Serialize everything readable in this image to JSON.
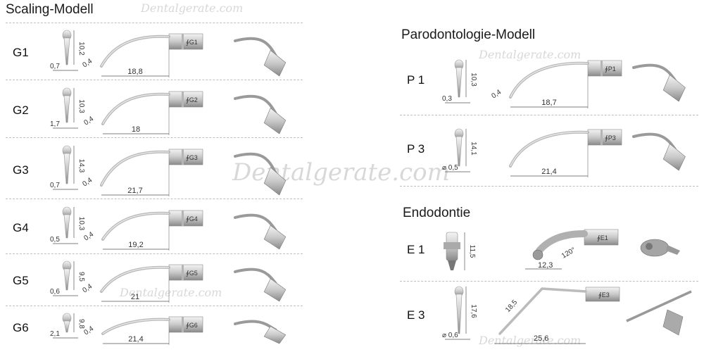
{
  "watermark": "Dentalgerate.com",
  "scaling": {
    "title": "Scaling-Modell",
    "items": [
      {
        "label": "G1",
        "tip_width": "0,7",
        "height": "10,2",
        "end": "0,4",
        "length": "18,8",
        "code": "G1"
      },
      {
        "label": "G2",
        "tip_width": "1,7",
        "height": "10,3",
        "end": "0,4",
        "length": "18",
        "code": "G2"
      },
      {
        "label": "G3",
        "tip_width": "0,7",
        "height": "14,3",
        "end": "0,4",
        "length": "21,7",
        "code": "G3"
      },
      {
        "label": "G4",
        "tip_width": "0,5",
        "height": "10,3",
        "end": "0,4",
        "length": "19,2",
        "code": "G4"
      },
      {
        "label": "G5",
        "tip_width": "0,6",
        "height": "9,5",
        "end": "0,4",
        "length": "21",
        "code": "G5"
      },
      {
        "label": "G6",
        "tip_width": "2,1",
        "height": "9,8",
        "end": "0,4",
        "length": "21,4",
        "code": "G6"
      }
    ]
  },
  "perio": {
    "title": "Parodontologie-Modell",
    "items": [
      {
        "label": "P 1",
        "tip_width": "0,3",
        "height": "10,3",
        "end": "0,4",
        "length": "18,7",
        "code": "P1"
      },
      {
        "label": "P 3",
        "tip_width": "⌀ 0,5",
        "height": "14,1",
        "end": "",
        "length": "21,4",
        "code": "P3"
      }
    ]
  },
  "endo": {
    "title": "Endodontie",
    "items": [
      {
        "label": "E 1",
        "height": "11,5",
        "length": "12,3",
        "angle": "120°",
        "code": "E1"
      },
      {
        "label": "E 3",
        "tip_width": "⌀ 0,6",
        "height": "17,6",
        "diag": "18,5",
        "length": "25,6",
        "code": "E3"
      }
    ]
  },
  "colors": {
    "metal": "#c9c9c9",
    "metal_dark": "#8a8a8a",
    "text": "#222222",
    "dim": "#555555"
  }
}
